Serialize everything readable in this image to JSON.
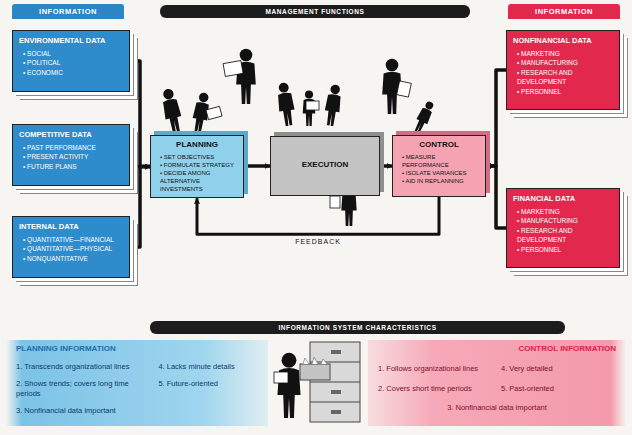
{
  "diagram": {
    "nodes": [
      {
        "text": [
          "INFORMATION"
        ]
      },
      {
        "text": [
          "MANAGEMENT FUNCTIONS"
        ]
      },
      {
        "text": [
          "INFORMATION"
        ]
      },
      {
        "text": [
          "ENVIRONMENTAL DATA",
          "• SOCIAL",
          "• POLITICAL",
          "• ECONOMIC"
        ]
      },
      {
        "text": [
          "PLANNING",
          "• SET OBJECTIVES",
          "• FORMULATE STRATEGY",
          "• DECIDE AMONG ALTERNATIVE INVESTMENTS"
        ]
      },
      {
        "text": [
          "EXECUTION"
        ]
      },
      {
        "text": [
          "CONTROL",
          "• MEASURE PERFORMANCE",
          "• ISOLATE VARIANCES",
          "• AID IN REPLANNING"
        ]
      },
      {
        "text": [
          "NONFINANCIAL DATA",
          "• MARKETING",
          "• MANUFACTURING",
          "• RESEARCH AND DEVELOPMENT",
          "• PERSONNEL"
        ]
      },
      {
        "text": [
          "COMPETITIVE DATA",
          "• PAST PERFORMANCE",
          "• PRESENT ACTIVITY",
          "• FUTURE PLANS"
        ]
      },
      {
        "text": [
          "INTERNAL DATA",
          "• QUANTITATIVE—FINANCIAL",
          "• QUANTITATIVE—PHYSICAL",
          "• NONQUANTITATIVE"
        ]
      },
      {
        "text": [
          "FINANCIAL DATA",
          "• MARKETING",
          "• MANUFACTURING",
          "• RESEARCH AND DEVELOPMENT",
          "• PERSONNEL"
        ]
      },
      {
        "text": [
          "INFORMATION SYSTEM CHARACTERISTICS"
        ]
      },
      {
        "text": [
          "PLANNING INFORMATION",
          "1. Transcends organizational lines",
          "2. Shows trends; covers long time periods",
          "3. Nonfinancial data important",
          "4. Lacks minute details",
          "5. Future-oriented"
        ]
      },
      {
        "text": [
          "CONTROL INFORMATION",
          "1. Follows organizational lines",
          "2. Covers short time periods",
          "3. Nonfinancial data important",
          "4. Very detailed",
          "5. Past-oriented"
        ]
      }
    ],
    "edges": [
      {
        "from": 3,
        "to": 4,
        "arrow": "to"
      },
      {
        "from": 8,
        "to": 4,
        "arrow": "to"
      },
      {
        "from": 9,
        "to": 4,
        "arrow": "to"
      },
      {
        "from": 4,
        "to": 5,
        "arrow": "to"
      },
      {
        "from": 5,
        "to": 6,
        "arrow": "to"
      },
      {
        "from": 6,
        "to": 4,
        "label": "FEEDBACK",
        "arrow": "to"
      },
      {
        "from": 7,
        "to": 6,
        "arrow": "to"
      },
      {
        "from": 10,
        "to": 6,
        "arrow": "to"
      }
    ]
  }
}
